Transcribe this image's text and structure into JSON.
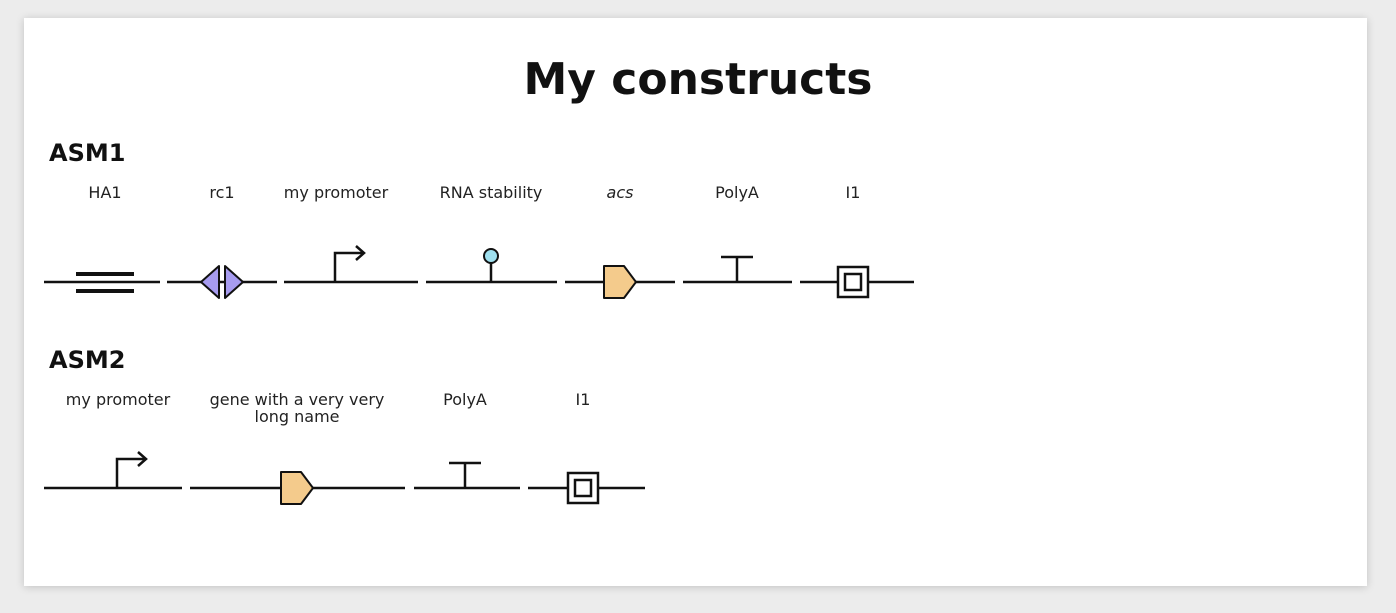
{
  "title": "My constructs",
  "colors": {
    "backbone": "#111111",
    "cds_fill": "#f4cb8c",
    "rc_fill": "#a79cf0",
    "stability_fill": "#9fe0ef",
    "background": "#ececec",
    "card": "#ffffff"
  },
  "constructs": [
    {
      "name": "ASM1",
      "parts": [
        {
          "label": "HA1",
          "glyph": "homology-arm",
          "italic": false
        },
        {
          "label": "rc1",
          "glyph": "recombination-site",
          "italic": false
        },
        {
          "label": "my promoter",
          "glyph": "promoter",
          "italic": false
        },
        {
          "label": "RNA stability",
          "glyph": "rna-stability-element",
          "italic": false
        },
        {
          "label": "acs",
          "glyph": "cds",
          "italic": true
        },
        {
          "label": "PolyA",
          "glyph": "terminator",
          "italic": false
        },
        {
          "label": "I1",
          "glyph": "insulator",
          "italic": false
        }
      ]
    },
    {
      "name": "ASM2",
      "parts": [
        {
          "label": "my promoter",
          "glyph": "promoter",
          "italic": false
        },
        {
          "label": "gene with a very very long name",
          "label_lines": [
            "gene with a very very",
            "long name"
          ],
          "glyph": "cds",
          "italic": false
        },
        {
          "label": "PolyA",
          "glyph": "terminator",
          "italic": false
        },
        {
          "label": "I1",
          "glyph": "insulator",
          "italic": false
        }
      ]
    }
  ]
}
